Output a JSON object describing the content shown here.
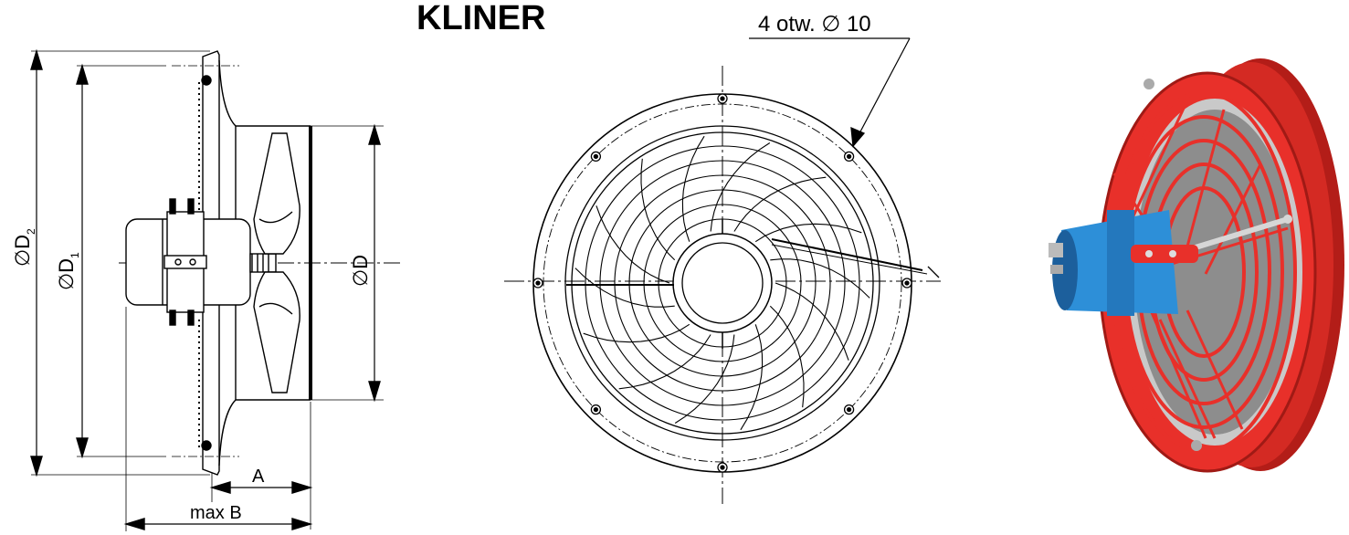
{
  "title": "KLINER",
  "labels": {
    "d2": "∅D",
    "d2_sub": "2",
    "d1": "∅D",
    "d1_sub": "1",
    "d": "∅D",
    "a": "A",
    "max_b": "max B",
    "holes": "4 otw. ∅ 10"
  },
  "colors": {
    "line": "#000000",
    "photo_housing": "#e8302a",
    "photo_housing_dark": "#b31d18",
    "photo_motor": "#2d8fd8",
    "photo_motor_dark": "#1c5f9c"
  }
}
